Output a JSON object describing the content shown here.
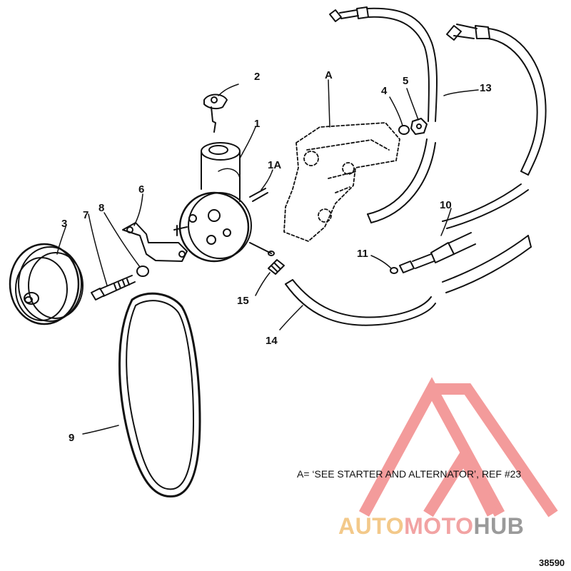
{
  "callouts": [
    {
      "id": "1",
      "label": "1"
    },
    {
      "id": "1A",
      "label": "1A"
    },
    {
      "id": "2",
      "label": "2"
    },
    {
      "id": "3",
      "label": "3"
    },
    {
      "id": "4",
      "label": "4"
    },
    {
      "id": "5",
      "label": "5"
    },
    {
      "id": "6",
      "label": "6"
    },
    {
      "id": "7",
      "label": "7"
    },
    {
      "id": "8",
      "label": "8"
    },
    {
      "id": "9",
      "label": "9"
    },
    {
      "id": "10",
      "label": "10"
    },
    {
      "id": "11",
      "label": "11"
    },
    {
      "id": "13",
      "label": "13"
    },
    {
      "id": "14",
      "label": "14"
    },
    {
      "id": "15",
      "label": "15"
    },
    {
      "id": "A",
      "label": "A"
    }
  ],
  "note": "A= ‘SEE STARTER AND ALTERNATOR’, REF #23",
  "figure_number": "38590",
  "watermark": {
    "part1": "AUTO",
    "part2": "MOTO",
    "part3": "HUB",
    "colors": {
      "auto": "#f3c98a",
      "moto": "#f2a3a3",
      "hub": "#9a9a9a",
      "triangle": "#f28a8a"
    }
  }
}
